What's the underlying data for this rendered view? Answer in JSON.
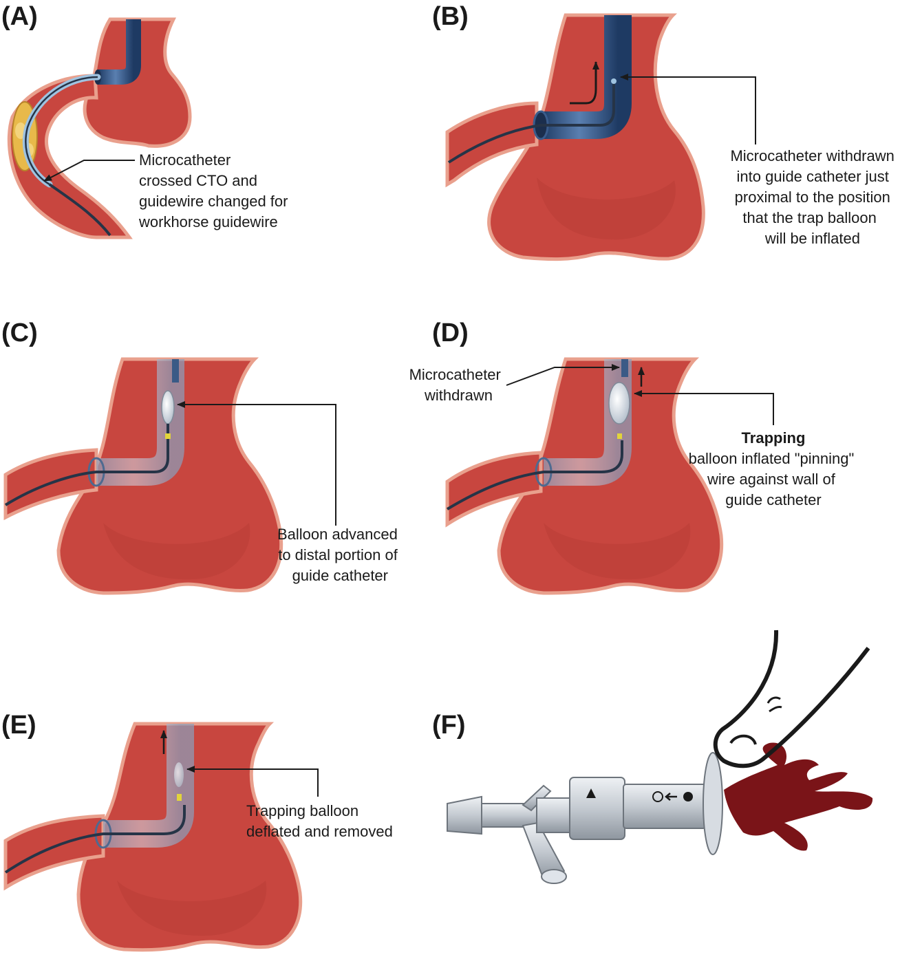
{
  "colors": {
    "vessel": "#c8463f",
    "vessel_wall": "#e9a08d",
    "guide_catheter": "#2d4d7c",
    "microcatheter": "#9fc3e0",
    "guidewire": "#263447",
    "plaque": "#e8b94a",
    "blood": "#7a1418"
  },
  "panels": {
    "a": {
      "label": "(A)",
      "caption": [
        "Microcatheter",
        "crossed CTO and",
        "guidewire changed for",
        "workhorse guidewire"
      ]
    },
    "b": {
      "label": "(B)",
      "caption": [
        "Microcatheter withdrawn",
        "into guide catheter just",
        "proximal to the position",
        "that the trap balloon",
        "will be inflated"
      ]
    },
    "c": {
      "label": "(C)",
      "caption": [
        "Balloon advanced",
        "to distal portion of",
        "guide catheter"
      ]
    },
    "d": {
      "label": "(D)",
      "caption_micro": [
        "Microcatheter",
        "withdrawn"
      ],
      "caption_bold": "Trapping",
      "caption": [
        "balloon inflated \"pinning\"",
        "wire against wall of",
        "guide catheter"
      ]
    },
    "e": {
      "label": "(E)",
      "caption": [
        "Trapping balloon",
        "deflated and removed"
      ]
    },
    "f": {
      "label": "(F)",
      "icons": [
        "finger-icon",
        "y-connector-valve-icon",
        "blood-splash-icon"
      ]
    }
  }
}
